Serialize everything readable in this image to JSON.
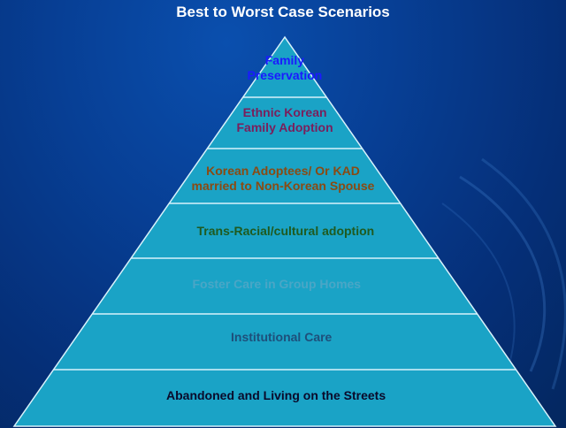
{
  "title": "Best to Worst Case Scenarios",
  "tiers": [
    {
      "label_lines": [
        "Family",
        "Preservation"
      ],
      "color": "#1a1aff"
    },
    {
      "label_lines": [
        "Ethnic Korean",
        "Family Adoption"
      ],
      "color": "#7a1f5c"
    },
    {
      "label_lines": [
        "Korean Adoptees/ Or KAD",
        "married to Non-Korean Spouse"
      ],
      "color": "#8a4a12"
    },
    {
      "label_lines": [
        "Trans-Racial/cultural adoption"
      ],
      "color": "#1f5a1f"
    },
    {
      "label_lines": [
        "Foster Care in Group Homes"
      ],
      "color": "#4aa6c6"
    },
    {
      "label_lines": [
        "Institutional Care"
      ],
      "color": "#1e4f7a"
    },
    {
      "label_lines": [
        "Abandoned and Living on the Streets"
      ],
      "color": "#0a0a2a"
    }
  ],
  "colors": {
    "pyramid_fill": "#1aa3c6",
    "pyramid_stroke": "#d8f2fb"
  }
}
